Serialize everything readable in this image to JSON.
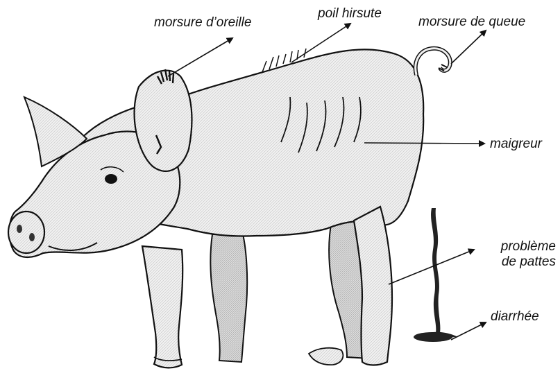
{
  "labels": {
    "ear_bite": "morsure d’oreille",
    "rough_hair": "poil hirsute",
    "tail_bite": "morsure de queue",
    "thinness": "maigreur",
    "leg_problem_line1": "problème",
    "leg_problem_line2": "de pattes",
    "diarrhea": "diarrhée"
  },
  "colors": {
    "ink": "#111111",
    "pig_fill": "#ececec",
    "shade": "#cfcfcf"
  }
}
